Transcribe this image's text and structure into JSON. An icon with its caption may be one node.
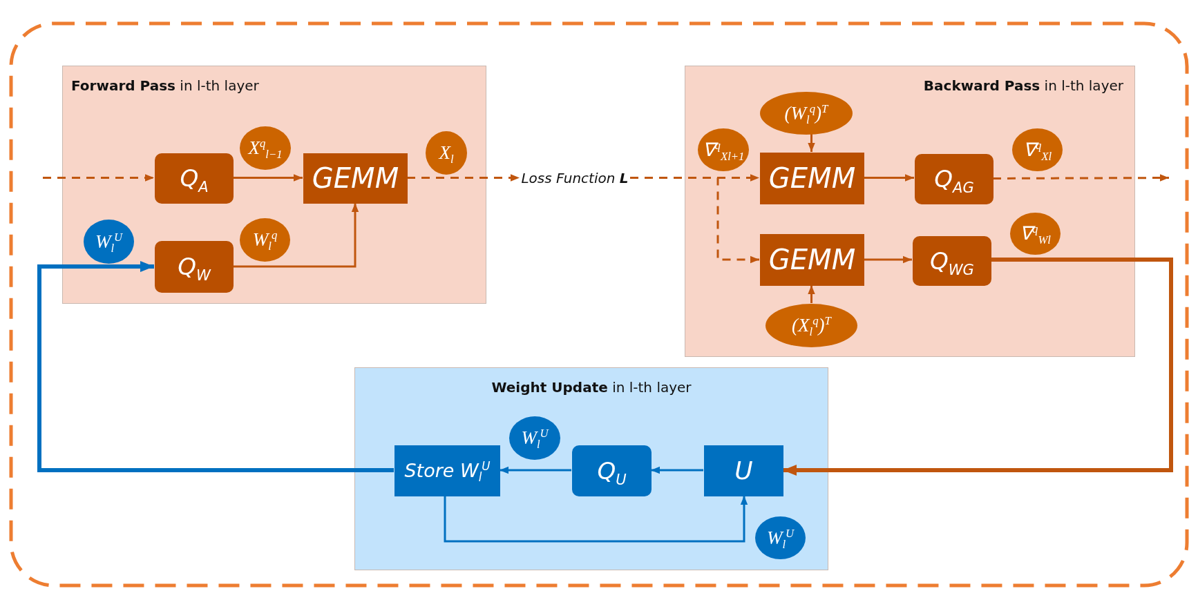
{
  "diagram": {
    "nodes": [
      {
        "text": [
          "**Forward Pass** in l-th layer"
        ]
      },
      {
        "text": [
          "X$^{q}$$_{l−1}$"
        ],
        "in": 0
      },
      {
        "text": [
          "X$_{l}$"
        ],
        "in": 0
      },
      {
        "text": [
          "Q$_{A}$"
        ],
        "in": 0
      },
      {
        "text": [
          "GEMM"
        ],
        "in": 0
      },
      {
        "text": [
          "W$_{l}$$^{U}$"
        ],
        "in": 0
      },
      {
        "text": [
          "W$_{l}$$^{q}$"
        ],
        "in": 0
      },
      {
        "text": [
          "Q$_{W}$"
        ],
        "in": 0
      },
      {
        "text": [
          "Loss Function **L**"
        ]
      },
      {
        "text": [
          "**Backward Pass** in l-th layer"
        ]
      },
      {
        "text": [
          "(W$_{l}$$^{q}$)$^{T}$"
        ],
        "in": 9
      },
      {
        "text": [
          "∇$^{q}$$_{Xl+1}$"
        ],
        "in": 9
      },
      {
        "text": [
          "∇$^{q}$$_{Xl}$"
        ],
        "in": 9
      },
      {
        "text": [
          "GEMM"
        ],
        "in": 9
      },
      {
        "text": [
          "Q$_{AG}$"
        ],
        "in": 9
      },
      {
        "text": [
          "∇$^{q}$$_{Wl}$"
        ],
        "in": 9
      },
      {
        "text": [
          "GEMM"
        ],
        "in": 9
      },
      {
        "text": [
          "Q$_{WG}$"
        ],
        "in": 9
      },
      {
        "text": [
          "(X$_{l}$$^{q}$)$^{T}$"
        ],
        "in": 9
      },
      {
        "text": [
          "**Weight Update** in l-th layer"
        ]
      },
      {
        "text": [
          "W$_{l}$$^{U}$"
        ],
        "in": 19
      },
      {
        "text": [
          "Store W$_{l}$$^{U}$"
        ],
        "in": 19
      },
      {
        "text": [
          "Q$_{U}$"
        ],
        "in": 19
      },
      {
        "text": [
          "U"
        ],
        "in": 19
      },
      {
        "text": [
          "W$_{l}$$^{U}$"
        ],
        "in": 19
      }
    ],
    "edges": [
      {
        "from": null,
        "to": 3,
        "arrow": "to",
        "style": "dashed"
      },
      {
        "from": 3,
        "to": 4,
        "arrow": "to"
      },
      {
        "from": 7,
        "to": 4,
        "arrow": "to"
      },
      {
        "from": 4,
        "to": 8,
        "arrow": "to",
        "style": "dashed"
      },
      {
        "from": 8,
        "to": 13,
        "arrow": "to",
        "style": "dashed"
      },
      {
        "from": 8,
        "to": 16,
        "arrow": "to",
        "style": "dashed"
      },
      {
        "from": 10,
        "to": 13,
        "arrow": "to"
      },
      {
        "from": 18,
        "to": 16,
        "arrow": "to"
      },
      {
        "from": 13,
        "to": 14,
        "arrow": "to"
      },
      {
        "from": 16,
        "to": 17,
        "arrow": "to"
      },
      {
        "from": 14,
        "to": null,
        "arrow": "to",
        "style": "dashed"
      },
      {
        "from": 17,
        "to": 23,
        "arrow": "to",
        "style": "thick"
      },
      {
        "from": 23,
        "to": 22,
        "arrow": "to",
        "color": "#0070c0"
      },
      {
        "from": 22,
        "to": 21,
        "arrow": "to",
        "color": "#0070c0"
      },
      {
        "from": 21,
        "to": 23,
        "arrow": "to",
        "color": "#0070c0"
      },
      {
        "from": 21,
        "to": 7,
        "arrow": "to",
        "style": "thick",
        "color": "#0070c0"
      }
    ]
  }
}
